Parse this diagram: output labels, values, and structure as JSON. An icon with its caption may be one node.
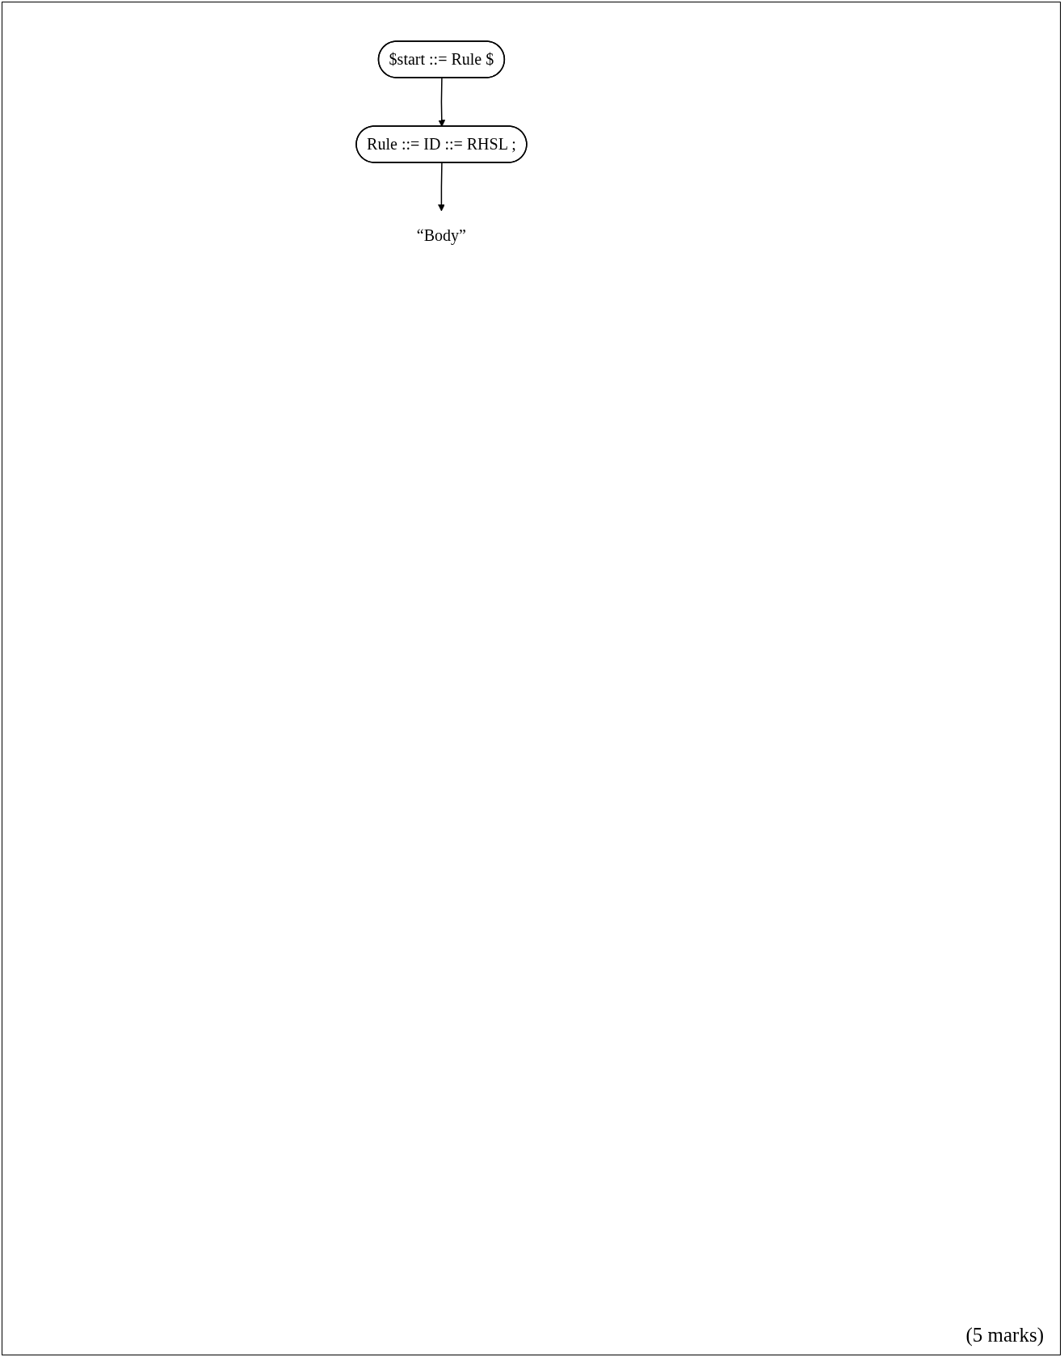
{
  "diagram": {
    "nodes": [
      {
        "text": [
          "$start ::= Rule $"
        ]
      },
      {
        "text": [
          "Rule ::= ID ::= RHSL ;"
        ]
      },
      {
        "text": [
          "“Body”"
        ]
      }
    ],
    "edges": [
      {
        "from": 0,
        "to": 1,
        "arrow": "to"
      },
      {
        "from": 1,
        "to": 2,
        "arrow": "to"
      }
    ],
    "labels": [
      "(5 marks)"
    ]
  }
}
